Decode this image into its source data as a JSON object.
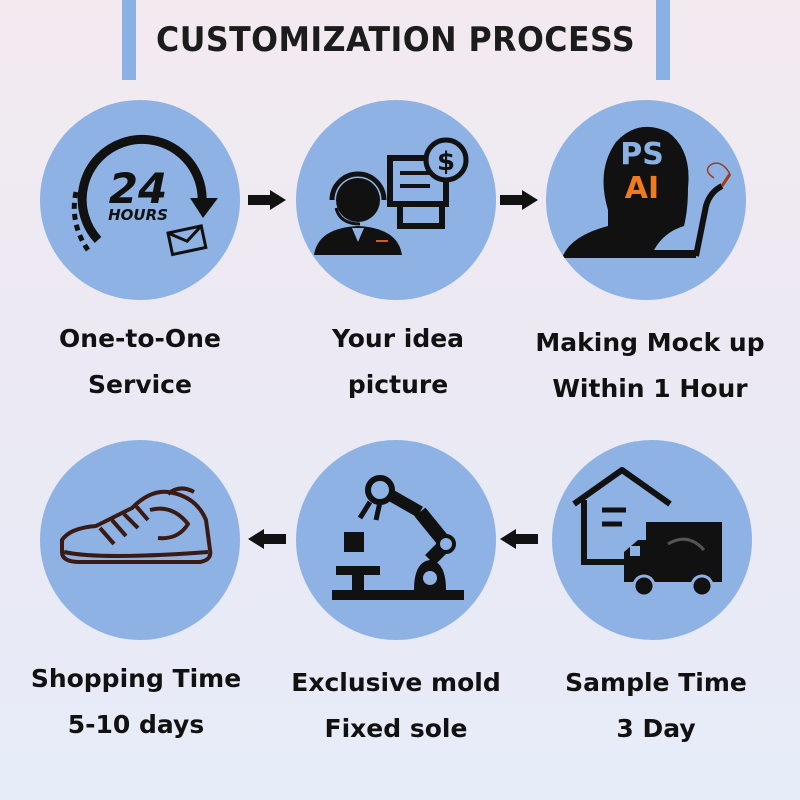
{
  "title": "CUSTOMIZATION PROCESS",
  "colors": {
    "circle": "#8eb2e4",
    "accent_bar": "#8ab1e3",
    "ai_text": "#f07a1e",
    "ps_text": "#8ab1e3"
  },
  "steps": [
    {
      "icon": "24-hours-service-icon",
      "line1": "One-to-One",
      "line2": "Service",
      "badge_number": "24",
      "badge_unit": "HOURS"
    },
    {
      "icon": "headset-agent-icon",
      "line1": "Your idea",
      "line2": "picture",
      "badge": "$"
    },
    {
      "icon": "designer-ps-ai-icon",
      "line1": "Making Mock up",
      "line2": "Within 1 Hour",
      "ps": "PS",
      "ai": "AI"
    },
    {
      "icon": "sample-delivery-truck-icon",
      "line1": "Sample Time",
      "line2": "3 Day"
    },
    {
      "icon": "robot-arm-mold-icon",
      "line1": "Exclusive mold",
      "line2": "Fixed sole"
    },
    {
      "icon": "sneaker-icon",
      "line1": "Shopping Time",
      "line2": "5-10 days"
    }
  ]
}
